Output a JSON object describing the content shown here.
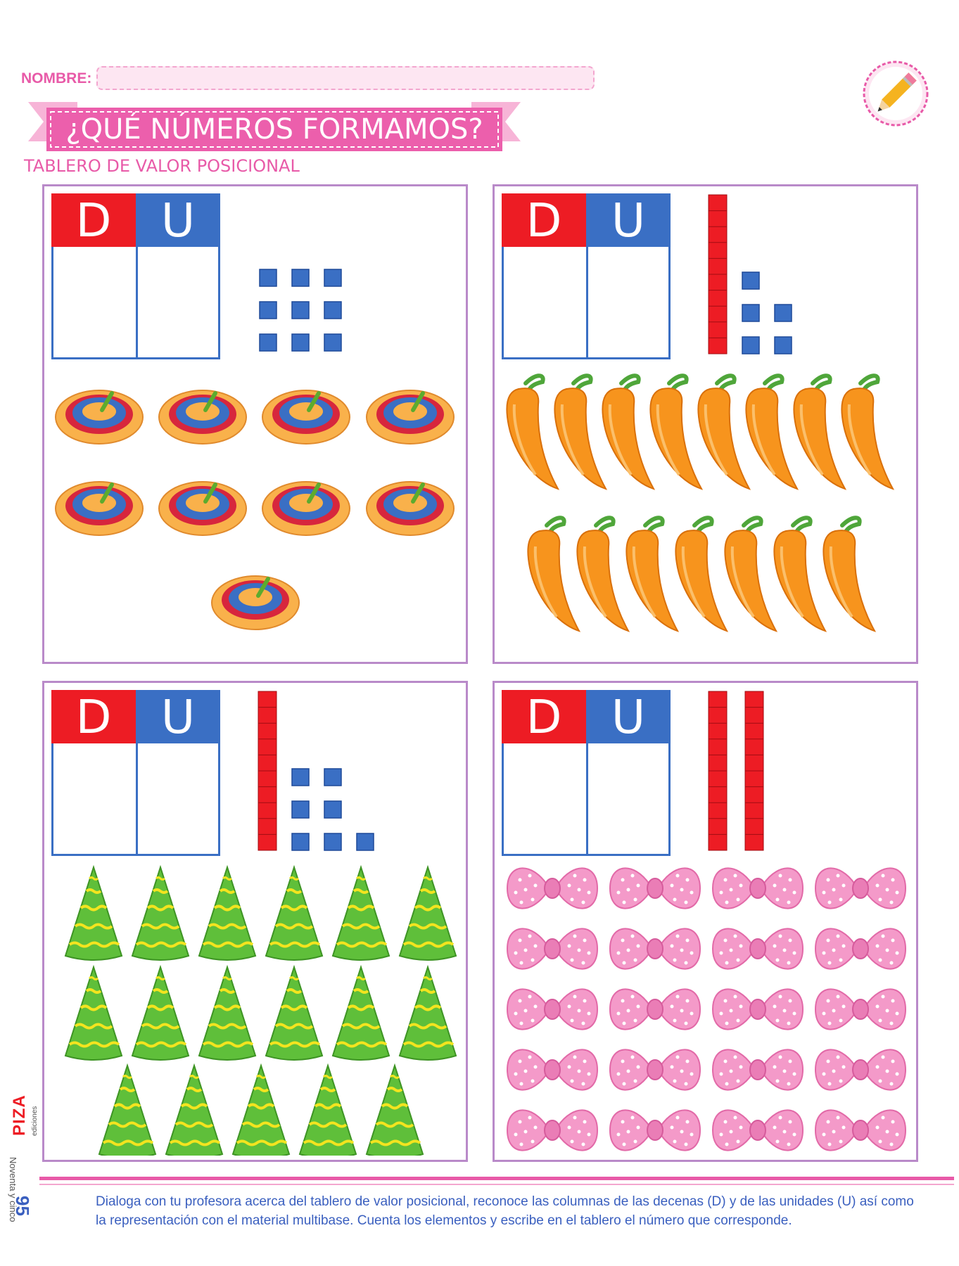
{
  "header": {
    "name_label": "NOMBRE:",
    "title": "¿QUÉ NÚMEROS FORMAMOS?",
    "subtitle": "TABLERO DE VALOR POSICIONAL",
    "badge_icon": "pencil-icon"
  },
  "place_value": {
    "tens_label": "D",
    "units_label": "U"
  },
  "panels": [
    {
      "id": "tops",
      "item_icon": "spinning-top-icon",
      "item_count": 9,
      "tens_rods": 0,
      "unit_cubes": 9
    },
    {
      "id": "peppers",
      "item_icon": "chili-pepper-icon",
      "item_count": 15,
      "tens_rods": 1,
      "unit_cubes": 5
    },
    {
      "id": "party-hats",
      "item_icon": "party-hat-icon",
      "item_count": 17,
      "tens_rods": 1,
      "unit_cubes": 7
    },
    {
      "id": "bows",
      "item_icon": "bow-tie-icon",
      "item_count": 20,
      "tens_rods": 2,
      "unit_cubes": 0
    }
  ],
  "footer": {
    "instructions": "Dialoga con tu profesora acerca del tablero de valor posicional, reconoce las columnas de las decenas (D) y de las unidades (U) así como la representación con el material multibase. Cuenta los elementos y escribe en el tablero el número que corresponde.",
    "page_number": "95",
    "page_word": "Noventa y cinco",
    "brand": "PIZA",
    "brand_sub": "ediciones"
  },
  "colors": {
    "pink": "#e85aa8",
    "tens": "#ed1c24",
    "units": "#3a6fc4",
    "panel_border": "#b98ac9"
  }
}
